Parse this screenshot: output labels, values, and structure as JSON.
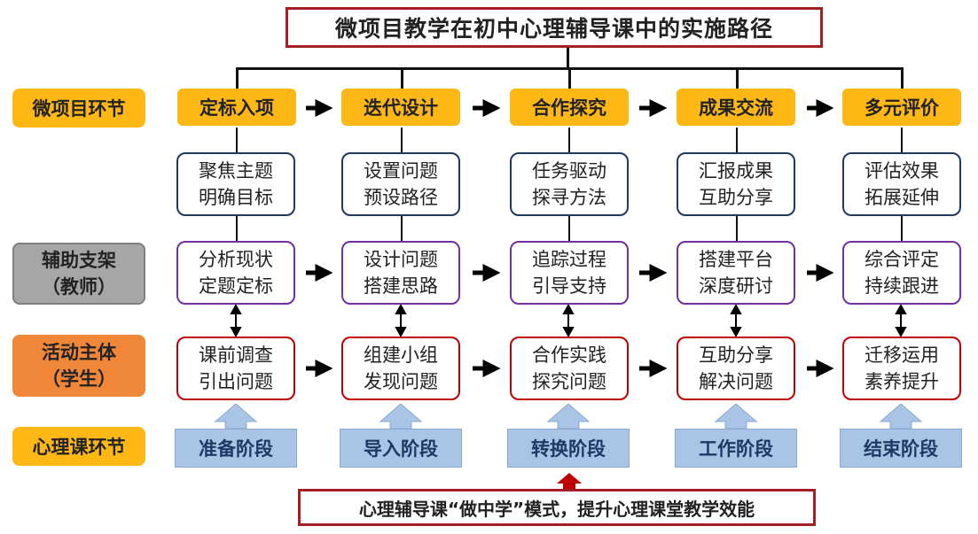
{
  "title": "微项目教学在初中心理辅导课中的实施路径",
  "footer": "心理辅导课“做中学”模式，提升心理课堂教学效能",
  "row_labels": {
    "micro_project": "微项目环节",
    "support": "辅助支架",
    "support_sub": "（教师）",
    "activity": "活动主体",
    "activity_sub": "（学生）",
    "psych_class": "心理课环节"
  },
  "stages": [
    "定标入项",
    "迭代设计",
    "合作探究",
    "成果交流",
    "多元评价"
  ],
  "goals": [
    [
      "聚焦主题",
      "明确目标"
    ],
    [
      "设置问题",
      "预设路径"
    ],
    [
      "任务驱动",
      "探寻方法"
    ],
    [
      "汇报成果",
      "互助分享"
    ],
    [
      "评估效果",
      "拓展延伸"
    ]
  ],
  "teacher": [
    [
      "分析现状",
      "定题定标"
    ],
    [
      "设计问题",
      "搭建思路"
    ],
    [
      "追踪过程",
      "引导支持"
    ],
    [
      "搭建平台",
      "深度研讨"
    ],
    [
      "综合评定",
      "持续跟进"
    ]
  ],
  "student": [
    [
      "课前调查",
      "引出问题"
    ],
    [
      "组建小组",
      "发现问题"
    ],
    [
      "合作实践",
      "探究问题"
    ],
    [
      "互助分享",
      "解决问题"
    ],
    [
      "迁移运用",
      "素养提升"
    ]
  ],
  "phases": [
    "准备阶段",
    "导入阶段",
    "转换阶段",
    "工作阶段",
    "结束阶段"
  ],
  "colors": {
    "accent_yellow": "#fdb815",
    "teacher_gray": "#a6a6a6",
    "student_orange": "#f08637",
    "border_red": "#a31f24",
    "goal_border": "#1f3864",
    "teacher_border": "#7030a0",
    "student_border": "#c00000",
    "phase_blue": "#a9c4e4"
  }
}
